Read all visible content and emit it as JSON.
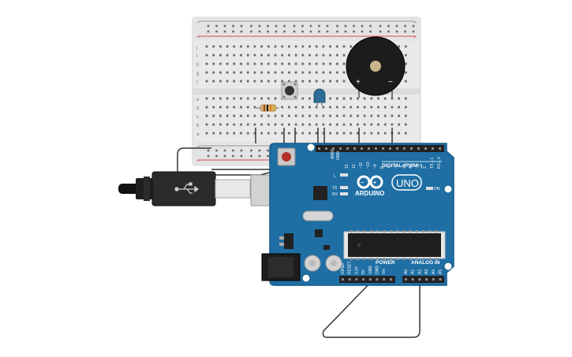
{
  "breadboard": {
    "rail_minus": "−",
    "rail_plus": "+",
    "row_letters_top": [
      "j",
      "i",
      "h",
      "g",
      "f"
    ],
    "row_letters_bottom": [
      "e",
      "d",
      "c",
      "b",
      "a"
    ]
  },
  "buzzer": {
    "plus_label": "+",
    "minus_label": "−"
  },
  "arduino": {
    "brand": "ARDUINO",
    "model": "UNO",
    "digital_label": "DIGITAL (PWM~)",
    "analog_label": "ANALOG IN",
    "power_label": "POWER",
    "on_label": "ON",
    "tx_label": "TX",
    "rx_label": "RX",
    "l_label": "L",
    "aref_label": "AREF",
    "gnd_label": "GND",
    "digital_pins": [
      "13",
      "12",
      "~11",
      "~10",
      "~9",
      "8",
      "7",
      "~6",
      "~5",
      "4",
      "~3",
      "2",
      "TX→1",
      "RX←0"
    ],
    "power_pins": [
      "IOREF",
      "RESET",
      "3.3V",
      "5V",
      "GND",
      "GND",
      "Vin"
    ],
    "analog_pins": [
      "A0",
      "A1",
      "A2",
      "A3",
      "A4",
      "A5"
    ]
  },
  "colors": {
    "board_blue": "#1f6fa5",
    "board_edge": "#165a88",
    "breadboard": "#e9e9e9",
    "rail_red": "#d94b4b",
    "wire": "#333333",
    "led_blue": "#2c6d97",
    "usb_black": "#2b2b2b"
  }
}
